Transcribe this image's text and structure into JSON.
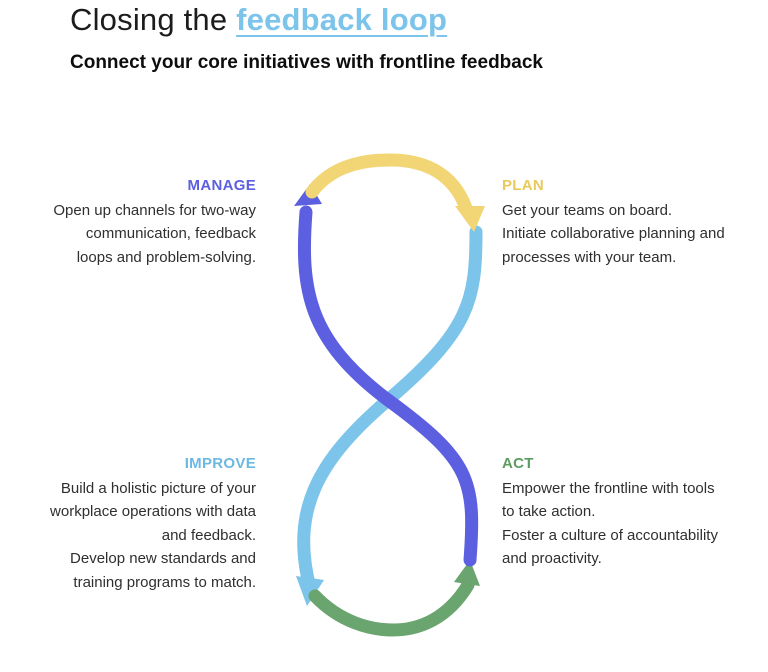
{
  "header": {
    "title_prefix": "Closing the ",
    "title_accent": "feedback loop",
    "subtitle": "Connect your core initiatives with frontline feedback"
  },
  "colors": {
    "manage": "#5b5fe0",
    "plan": "#f2d574",
    "improve": "#7cc4ea",
    "act": "#6aa56f"
  },
  "stages": {
    "manage": {
      "heading": "MANAGE",
      "lines": [
        "Open up channels for two-way",
        "communication, feedback",
        "loops and problem-solving."
      ]
    },
    "plan": {
      "heading": "PLAN",
      "lines": [
        "Get your teams on board.",
        "Initiate collaborative planning and",
        "processes with your team."
      ]
    },
    "improve": {
      "heading": "IMPROVE",
      "lines": [
        "Build a holistic picture of your",
        "workplace operations with data",
        "and feedback.",
        "Develop new standards and",
        "training programs to match."
      ]
    },
    "act": {
      "heading": "ACT",
      "lines": [
        "Empower the frontline with tools",
        "to take action.",
        "Foster a culture of accountability",
        "and proactivity."
      ]
    }
  }
}
